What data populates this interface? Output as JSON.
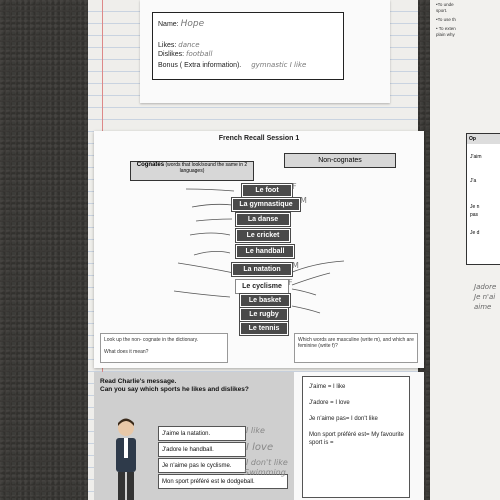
{
  "profile": {
    "name_label": "Name:",
    "name_value": "Hope",
    "likes_label": "Likes:",
    "likes_value": "dance",
    "dislikes_label": "Dislikes:",
    "dislikes_value": "football",
    "bonus_label": "Bonus ( Extra information).",
    "bonus_value": "gymnastic I like"
  },
  "worksheet": {
    "title": "French Recall Session 1",
    "cognates_title": "Cognates",
    "cognates_sub": "(words that look/sound the same in 2 languages)",
    "noncognates_title": "Non-cognates",
    "words": [
      {
        "text": "Le foot",
        "mark": "F"
      },
      {
        "text": "La gymnastique",
        "mark": "M"
      },
      {
        "text": "La danse",
        "mark": ""
      },
      {
        "text": "Le cricket",
        "mark": ""
      },
      {
        "text": "Le handball",
        "mark": ""
      },
      {
        "text": "La natation",
        "mark": "M"
      },
      {
        "text": "Le cyclisme",
        "mark": "F"
      },
      {
        "text": "Le basket",
        "mark": ""
      },
      {
        "text": "Le rugby",
        "mark": ""
      },
      {
        "text": "Le tennis",
        "mark": ""
      }
    ],
    "question_left_1": "Look up the non- cognate in the dictionary.",
    "question_left_2": "What does it mean?",
    "question_right": "Which words are masculine (write m), and which are feminine (write f)?"
  },
  "charlie": {
    "heading_1": "Read Charlie's message.",
    "heading_2": "Can you say which sports he likes and dislikes?",
    "messages": [
      {
        "text": "J'aime la natation.",
        "answer": "I like"
      },
      {
        "text": "J'adore le handball.",
        "answer": "I love"
      },
      {
        "text": "Je n'aime pas le cyclisme.",
        "answer": "I don't like"
      },
      {
        "text": "Mon sport préféré est le dodgeball.",
        "answer": "Swimming"
      }
    ]
  },
  "vocab": [
    "J'aime = I like",
    "J'adore = I love",
    "Je n'aime pas= I don't like",
    "Mon sport préféré est= My favourite sport is ="
  ],
  "right_page": {
    "bullet_1": "•To unde",
    "bullet_1b": "sport.",
    "bullet_2": "•To use th",
    "bullet_3": "• To exten",
    "bullet_3b": "plain why",
    "table_head": "Op",
    "cell_1": "J'aim",
    "cell_2": "J'a",
    "cell_3": "Je n",
    "cell_3b": "pas",
    "cell_4": "Je d",
    "note_1": "Jadore",
    "note_2": "Je n'ai",
    "note_3": "aime"
  }
}
